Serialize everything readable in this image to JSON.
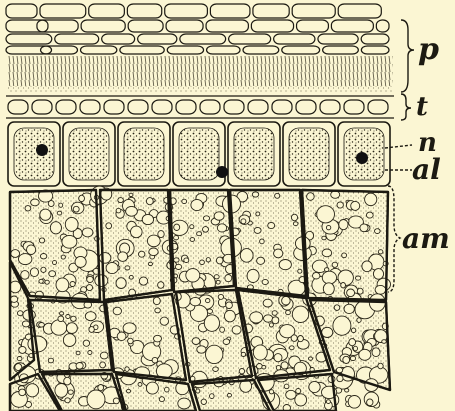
{
  "figure": {
    "labels": {
      "p": "p",
      "t": "t",
      "n": "n",
      "al": "al",
      "am": "am"
    },
    "colors": {
      "background": "#fbf6d3",
      "ink": "#1c1a12"
    }
  }
}
